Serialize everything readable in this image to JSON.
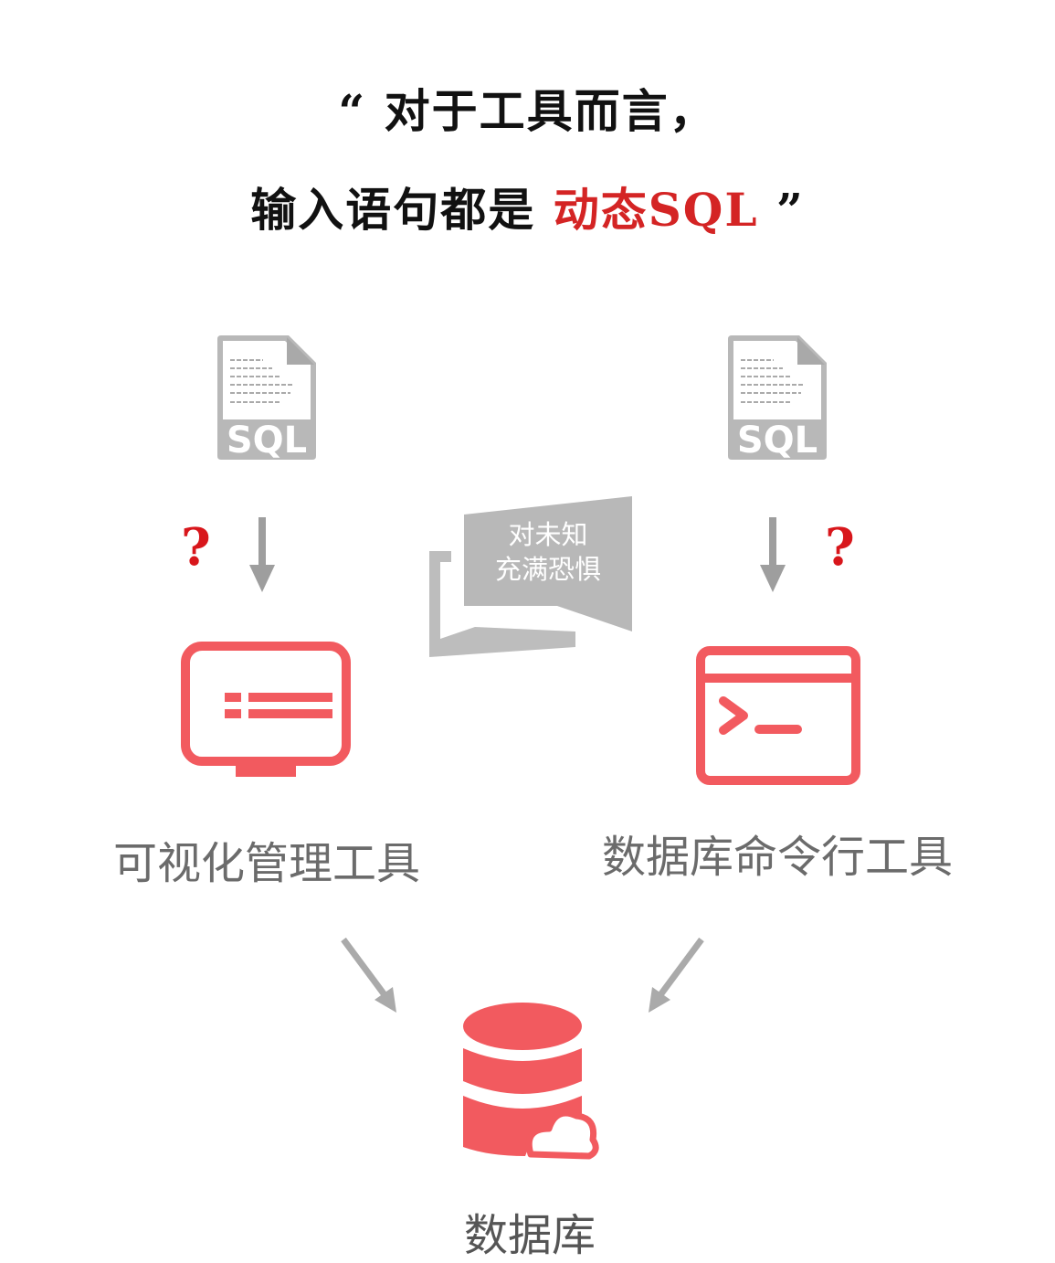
{
  "title": {
    "line1": "“ 对于工具而言，",
    "line2_prefix": "输入语句都是 ",
    "line2_highlight": "动态SQL",
    "line2_suffix": " ”"
  },
  "sql_file": {
    "label": "SQL"
  },
  "question_mark": "?",
  "bubble": {
    "line1": "对未知",
    "line2": "充满恐惧"
  },
  "tools": {
    "gui": "可视化管理工具",
    "cli": "数据库命令行工具"
  },
  "database": {
    "label": "数据库"
  },
  "colors": {
    "accent": "#f25a5f",
    "highlight": "#d42424",
    "gray": "#b3b3b3"
  }
}
